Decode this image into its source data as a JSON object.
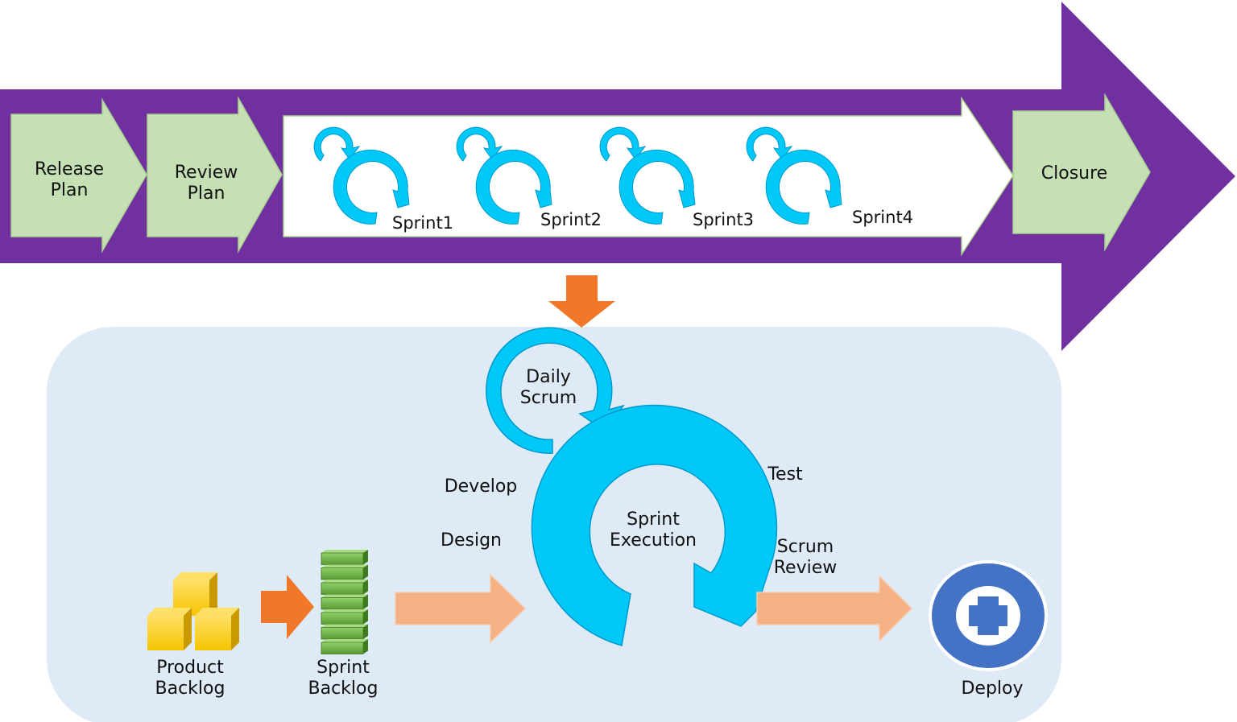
{
  "phases": {
    "release_plan": [
      "Release",
      "Plan"
    ],
    "review_plan": [
      "Review",
      "Plan"
    ],
    "closure": "Closure"
  },
  "sprints": [
    "Sprint1",
    "Sprint2",
    "Sprint3",
    "Sprint4"
  ],
  "execution": {
    "daily_scrum": [
      "Daily",
      "Scrum"
    ],
    "sprint_execution": [
      "Sprint",
      "Execution"
    ],
    "develop": "Develop",
    "design": "Design",
    "test": "Test",
    "scrum_review": [
      "Scrum",
      "Review"
    ],
    "product_backlog": [
      "Product",
      "Backlog"
    ],
    "sprint_backlog": [
      "Sprint",
      "Backlog"
    ],
    "deploy": "Deploy"
  },
  "colors": {
    "purple": "#7030A0",
    "phase_green": "#C5E0B4",
    "cycle_blue": "#00C8F8",
    "orange": "#F07828",
    "salmon": "#F4B183",
    "panel": "#DEEAF6",
    "deploy_blue": "#4472C4",
    "backlog_gold": "#F5C400",
    "backlog_green": "#70AD47"
  }
}
